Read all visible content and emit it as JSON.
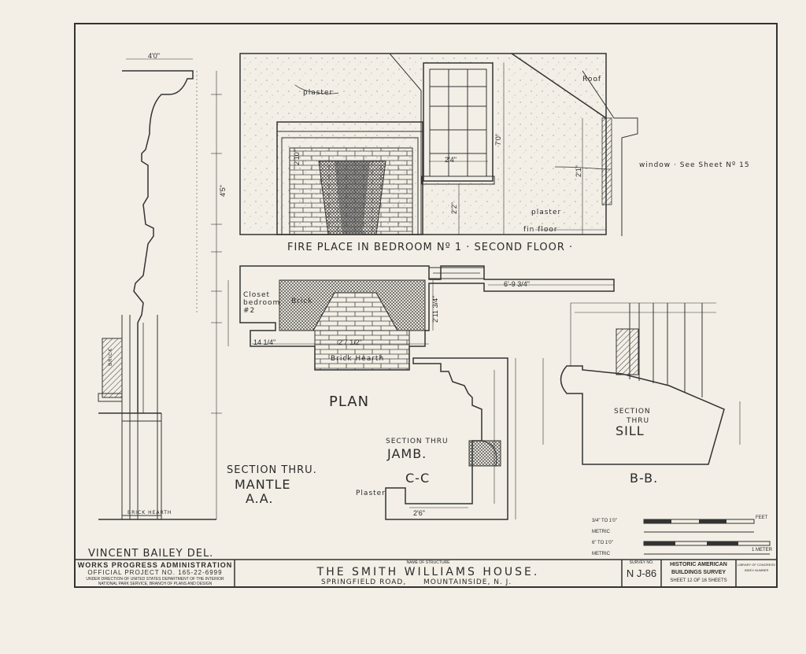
{
  "drawing": {
    "title_elevation": "FIRE PLACE IN BEDROOM Nº 1 · SECOND FLOOR ·",
    "labels": {
      "plaster_top": "plaster",
      "plaster_bottom": "plaster",
      "roof": "Roof",
      "window_note": "window · See Sheet Nº 15",
      "fin_floor": "fin floor",
      "closet": "Closet\nbedroom\n#2",
      "brick_plan": "Brick",
      "brick_hearth": "Brick Hearth",
      "brick_section": "BRICK",
      "brick_hearth_section": "BRICK HEARTH",
      "plaster_jamb": "Plaster",
      "plan": "PLAN",
      "section_jamb_1": "SECTION THRU",
      "section_jamb_2": "JAMB.",
      "section_jamb_3": "C-C",
      "section_mantle_1": "SECTION THRU.",
      "section_mantle_2": "MANTLE",
      "section_mantle_3": "A.A.",
      "section_sill_1": "SECTION",
      "section_sill_2": "THRU",
      "section_sill_3": "SILL",
      "section_sill_4": "B-B."
    },
    "dims": {
      "mantle_width": "4'0\"",
      "dim_4_5": "4'5\"",
      "dim_2_10": "2'10\"",
      "dim_6_9": "6'-9 3/4\"",
      "dim_2_11": "2'11 3/4\"",
      "dim_14": "14 1/4\"",
      "dim_2_7": "2'7 1/2\"",
      "dim_2_2": "2'2\"",
      "dim_7_0": "7'0\"",
      "dim_2_1": "2'1\"",
      "dim_2_4": "2'4\"",
      "dim_2_6": "2'6\""
    },
    "scale": {
      "label_a": "3/4\" TO 1'0\"",
      "label_b": "METRIC",
      "label_c": "6\" TO 1'0\"",
      "label_d": "METRIC",
      "feet": "FEET",
      "metric": "1 METER"
    }
  },
  "title_block": {
    "delineator": "VINCENT BAILEY DEL.",
    "agency_1": "WORKS PROGRESS ADMINISTRATION",
    "agency_2": "OFFICIAL PROJECT NO. 165-22-6999",
    "agency_3": "UNDER DIRECTION OF UNITED STATES DEPARTMENT OF THE INTERIOR",
    "agency_4": "NATIONAL PARK SERVICE, BRANCH OF PLANS AND DESIGN",
    "name_caption": "NAME OF STRUCTURE",
    "structure_name": "THE SMITH WILLIAMS HOUSE.",
    "road": "SPRINGFIELD ROAD,",
    "town": "MOUNTAINSIDE, N. J.",
    "survey_caption": "SURVEY NO.",
    "survey_no": "N J-86",
    "habs_1": "HISTORIC AMERICAN",
    "habs_2": "BUILDINGS SURVEY",
    "sheet": "SHEET 12 OF 16 SHEETS",
    "corner_1": "LIBRARY OF CONGRESS",
    "corner_2": "INDEX NUMBER"
  }
}
